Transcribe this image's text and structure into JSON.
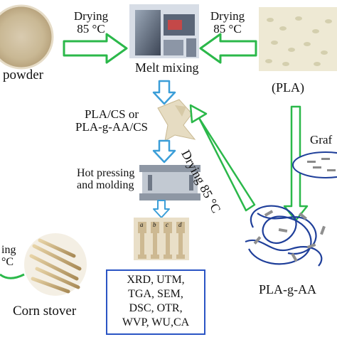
{
  "labels": {
    "powder": "powder",
    "drying_left_line1": "Drying",
    "drying_left_line2": "85 °C",
    "drying_right_line1": "Drying",
    "drying_right_line2": "85 °C",
    "melt_mixing": "Melt mixing",
    "pla": "(PLA)",
    "composite_line1": "PLA/CS or",
    "composite_line2": "PLA-g-AA/CS",
    "hot_pressing_line1": "Hot pressing",
    "hot_pressing_line2": "and molding",
    "drying_diagonal": "Drying 85 °C",
    "graft_partial": "Graf",
    "drying_bottom_left_line1": "ing",
    "drying_bottom_left_line2": "°C",
    "corn_stover": "Corn stover",
    "tests_line1": "XRD, UTM,",
    "tests_line2": "TGA, SEM,",
    "tests_line3": "DSC, OTR,",
    "tests_line4": "WVP, WU,CA",
    "pla_g_aa": "PLA-g-AA",
    "specimen_marks": [
      "a",
      "b",
      "c",
      "d"
    ]
  },
  "colors": {
    "green_arrow": "#2bb84a",
    "blue_arrow": "#3b9ed8",
    "box_border": "#2a54c4",
    "polymer_blue": "#1f3f9a"
  }
}
